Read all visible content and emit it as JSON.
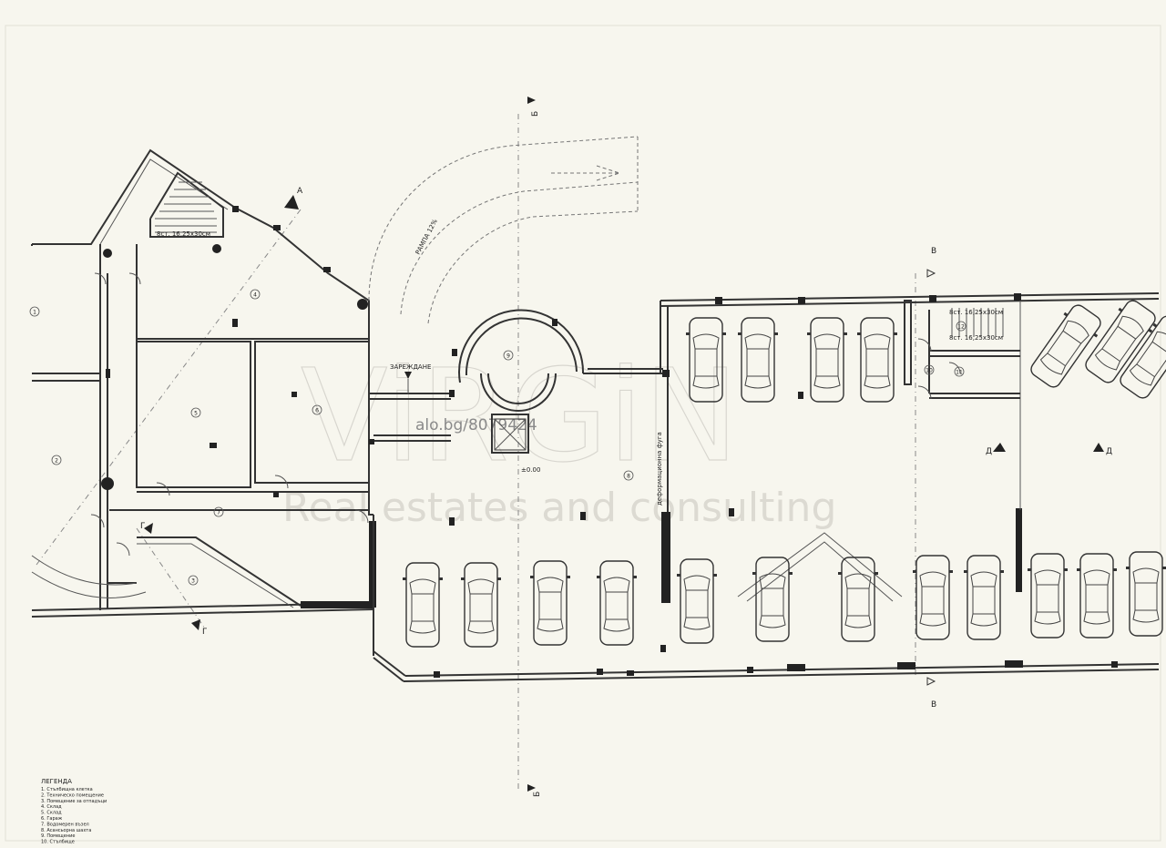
{
  "section_marks": {
    "a": "А",
    "b_top": "Б",
    "b_bottom": "Б",
    "v_top": "В",
    "v_bottom": "В",
    "g_left": "Г",
    "g_right": "Г",
    "d_left": "Д",
    "d_right": "Д"
  },
  "labels": {
    "loading": "ЗАРЕЖДАНЕ",
    "ramp": "РАМПА 12%",
    "elevation": "±0.00",
    "stair_note_left": "8ст. 16,25x30см",
    "stair_note_right_1": "8ст. 16,25x30см",
    "stair_note_right_2": "8ст. 16,25x30см",
    "expansion_joint": "деформационна фуга"
  },
  "room_numbers": [
    "1",
    "2",
    "3",
    "4",
    "5",
    "6",
    "7",
    "8",
    "9",
    "10",
    "11",
    "12"
  ],
  "watermark": {
    "logo": "ViRGiN",
    "tagline": "Real estates and consulting",
    "phone": "alo.bg/8079424"
  },
  "legend_heading": "ЛЕГЕНДА",
  "legend_lines": [
    "1. Стълбищна клетка",
    "2. Техническо помещение",
    "3. Помещение за отпадъци",
    "4. Склад",
    "5. Склад",
    "6. Гараж",
    "7. Водомерен възел",
    "8. Асансьорна шахта",
    "9. Помещение",
    "10. Стълбище"
  ]
}
